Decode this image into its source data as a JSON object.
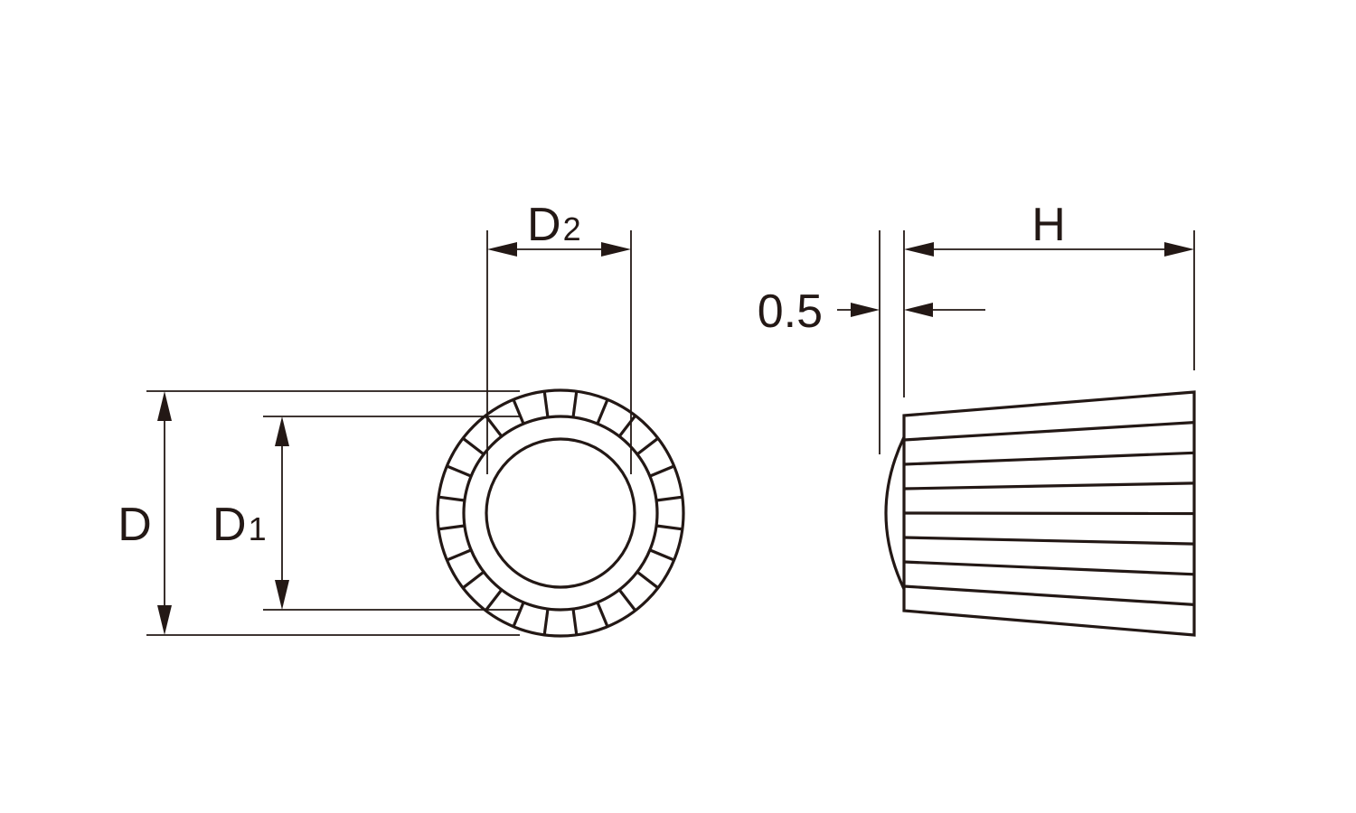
{
  "labels": {
    "d": "D",
    "d1_main": "D",
    "d1_sub": "1",
    "d2_main": "D",
    "d2_sub": "2",
    "h": "H",
    "gap": "0.5"
  },
  "front_view": {
    "knurl_teeth": 24
  },
  "side_view": {
    "flutes": 7
  },
  "colors": {
    "line": "#231815",
    "background": "#ffffff"
  }
}
